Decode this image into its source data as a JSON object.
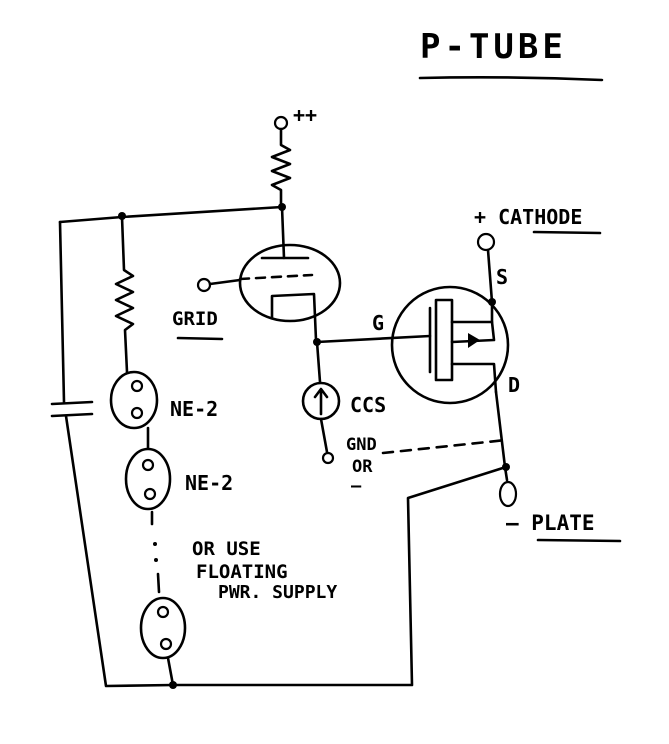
{
  "title": "P-TUBE",
  "labels": {
    "plus_plus": "++",
    "grid": "GRID",
    "ccs": "CCS",
    "gnd": "GND",
    "or": "OR",
    "minus": "—",
    "cathode": "+ CATHODE",
    "plate": "— PLATE",
    "gate": "G",
    "source": "S",
    "drain": "D",
    "ne2_top": "NE-2",
    "ne2_bottom": "NE-2",
    "note_line1": "OR USE",
    "note_line2": "FLOATING",
    "note_line3": "PWR. SUPPLY"
  }
}
